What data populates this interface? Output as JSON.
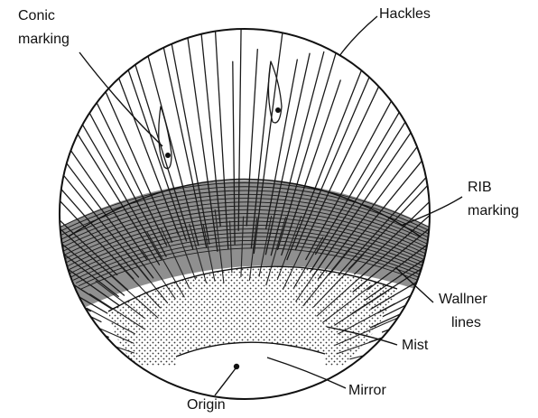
{
  "labels": {
    "conic_line1": "Conic",
    "conic_line2": "marking",
    "hackles": "Hackles",
    "rib_line1": "RIB",
    "rib_line2": "marking",
    "wallner_line1": "Wallner",
    "wallner_line2": "lines",
    "mist": "Mist",
    "mirror": "Mirror",
    "origin": "Origin"
  },
  "colors": {
    "ink": "#111111",
    "rib_fill": "#8f8f8f",
    "mist_fill": "#ffffff",
    "background": "#ffffff"
  }
}
